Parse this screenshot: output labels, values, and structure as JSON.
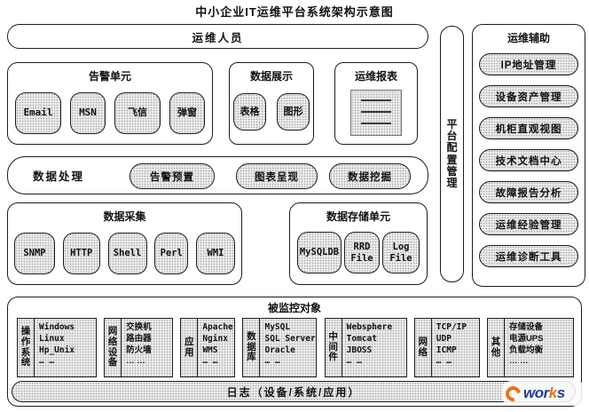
{
  "title": "中小企业IT运维平台系统架构示意图",
  "top_bar": {
    "label": "运维人员"
  },
  "platform_config_bar": {
    "label": "平台配置管理"
  },
  "aux_panel": {
    "title": "运维辅助",
    "items": [
      "IP地址管理",
      "设备资产管理",
      "机柜直观视图",
      "技术文档中心",
      "故障报告分析",
      "运维经验管理",
      "运维诊断工具"
    ]
  },
  "alert_unit": {
    "title": "告警单元",
    "items": [
      "Email",
      "MSN",
      "飞信",
      "弹窗"
    ]
  },
  "data_display": {
    "title": "数据展示",
    "items": [
      "表格",
      "图形"
    ]
  },
  "ops_report": {
    "title": "运维报表",
    "icon": "report-document-icon"
  },
  "data_processing": {
    "label": "数据处理",
    "items": [
      "告警预置",
      "图表呈现",
      "数据挖掘"
    ]
  },
  "data_collection": {
    "title": "数据采集",
    "items": [
      "SNMP",
      "HTTP",
      "Shell",
      "Perl",
      "WMI"
    ]
  },
  "data_storage": {
    "title": "数据存储单元",
    "items": [
      "MySQLDB",
      "RRD\nFile",
      "Log\nFile"
    ]
  },
  "monitored_objects": {
    "title": "被监控对象",
    "columns": [
      {
        "label": "操作系统",
        "items": [
          "Windows",
          "Linux",
          "Hp_Unix",
          "… …"
        ]
      },
      {
        "label": "网络设备",
        "items": [
          "交换机",
          "路由器",
          "防火墙",
          "… …"
        ]
      },
      {
        "label": "应用",
        "items": [
          "Apache",
          "Nginx",
          "WMS",
          "… …"
        ]
      },
      {
        "label": "数据库",
        "items": [
          "MySQL",
          "SQL Server",
          "Oracle",
          "… …"
        ]
      },
      {
        "label": "中间件",
        "items": [
          "Websphere",
          "Tomcat",
          "JBOSS",
          "… …"
        ]
      },
      {
        "label": "网络",
        "items": [
          "TCP/IP",
          "UDP",
          "ICMP",
          "… …"
        ]
      },
      {
        "label": "其他",
        "items": [
          "存储设备",
          "电源UPS",
          "负载均衡",
          "… …"
        ]
      }
    ]
  },
  "log_bar": {
    "label": "日志（设备/系统/应用）"
  },
  "logo": {
    "parts": {
      "a": "wor",
      "b": "k",
      "c": "s"
    },
    "accent_color": "#e8731a",
    "text_color": "#23408f"
  }
}
